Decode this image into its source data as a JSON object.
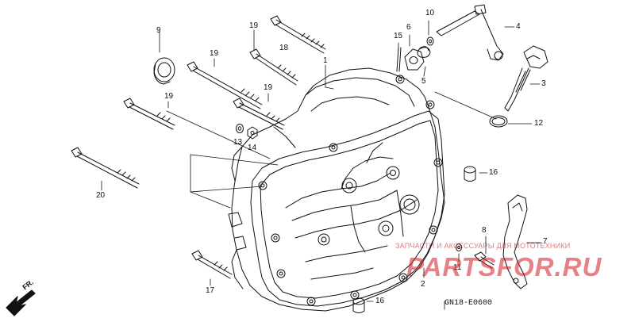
{
  "diagram": {
    "drawing_code": "GN18-E0600",
    "direction_label": "FR.",
    "watermark": {
      "brand": "PARTSFOR.RU",
      "tagline": "ЗАПЧАСТИ И АКСЕССУАРЫ ДЛЯ МОТОТЕХНИКИ"
    },
    "callouts": {
      "c1": "1",
      "c2": "2",
      "c3": "3",
      "c4": "4",
      "c5": "5",
      "c6": "6",
      "c7": "7",
      "c8": "8",
      "c9": "9",
      "c10": "10",
      "c11": "11",
      "c12": "12",
      "c13a": "13",
      "c13b": "13",
      "c14": "14",
      "c15": "15",
      "c16a": "16",
      "c16b": "16",
      "c17": "17",
      "c19a": "19",
      "c19b": "19",
      "c19c": "19",
      "c19d": "19",
      "c20": "20"
    }
  }
}
